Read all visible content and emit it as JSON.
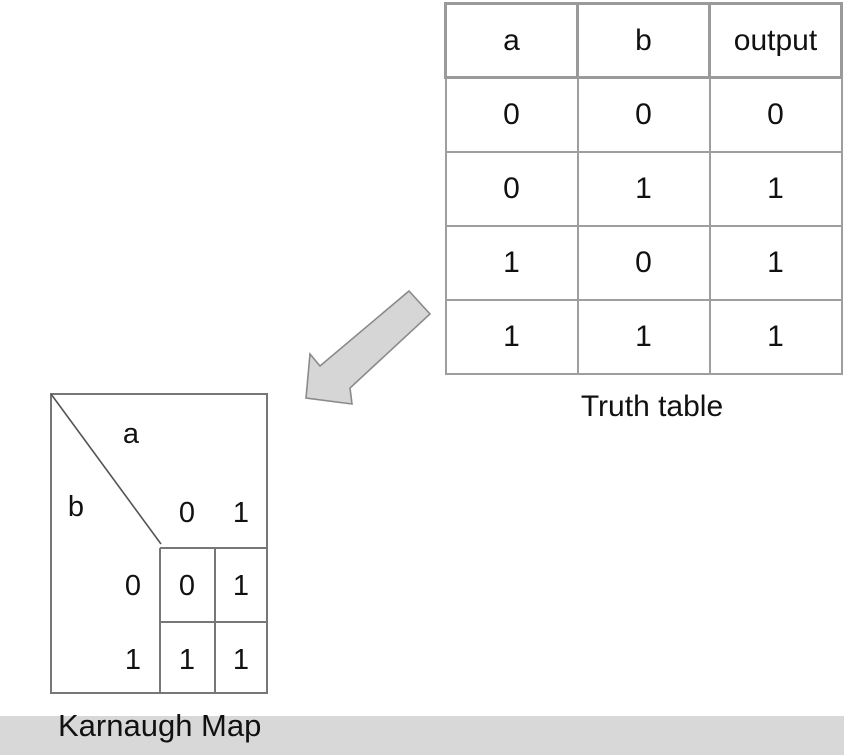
{
  "truth_table": {
    "headers": [
      "a",
      "b",
      "output"
    ],
    "rows": [
      [
        "0",
        "0",
        "0"
      ],
      [
        "0",
        "1",
        "1"
      ],
      [
        "1",
        "0",
        "1"
      ],
      [
        "1",
        "1",
        "1"
      ]
    ],
    "caption": "Truth table"
  },
  "kmap": {
    "col_var": "a",
    "row_var": "b",
    "col_headers": [
      "0",
      "1"
    ],
    "row_headers": [
      "0",
      "1"
    ],
    "cells": [
      [
        "0",
        "1"
      ],
      [
        "1",
        "1"
      ]
    ],
    "caption": "Karnaugh Map"
  },
  "colors": {
    "grid": "#9e9e9e",
    "arrow_fill": "#d6d6d6",
    "arrow_stroke": "#8a8a8a",
    "bottom_bar": "#d8d8d8"
  }
}
